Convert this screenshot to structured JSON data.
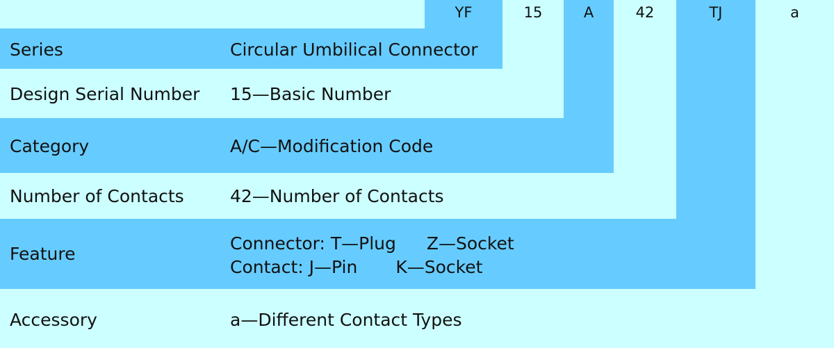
{
  "code": {
    "segments": [
      "YF",
      "15",
      "A",
      "42",
      "TJ",
      "a"
    ]
  },
  "rows": {
    "series": {
      "label": "Series",
      "desc": "Circular Umbilical Connector"
    },
    "design_serial": {
      "label": "Design Serial Number",
      "desc": "15—Basic Number"
    },
    "category": {
      "label": "Category",
      "desc": "A/C—Modification Code"
    },
    "contacts": {
      "label": "Number of Contacts",
      "desc": "42—Number of Contacts"
    },
    "feature": {
      "label": "Feature",
      "connector": {
        "prefix": "Connector: T—Plug",
        "alt": "Z—Socket"
      },
      "contact": {
        "prefix": "Contact: J—Pin",
        "alt": "K—Socket"
      }
    },
    "accessory": {
      "label": "Accessory",
      "desc": "a—Different Contact Types"
    }
  },
  "colors": {
    "dark": "#66ccff",
    "light": "#ccffff"
  }
}
